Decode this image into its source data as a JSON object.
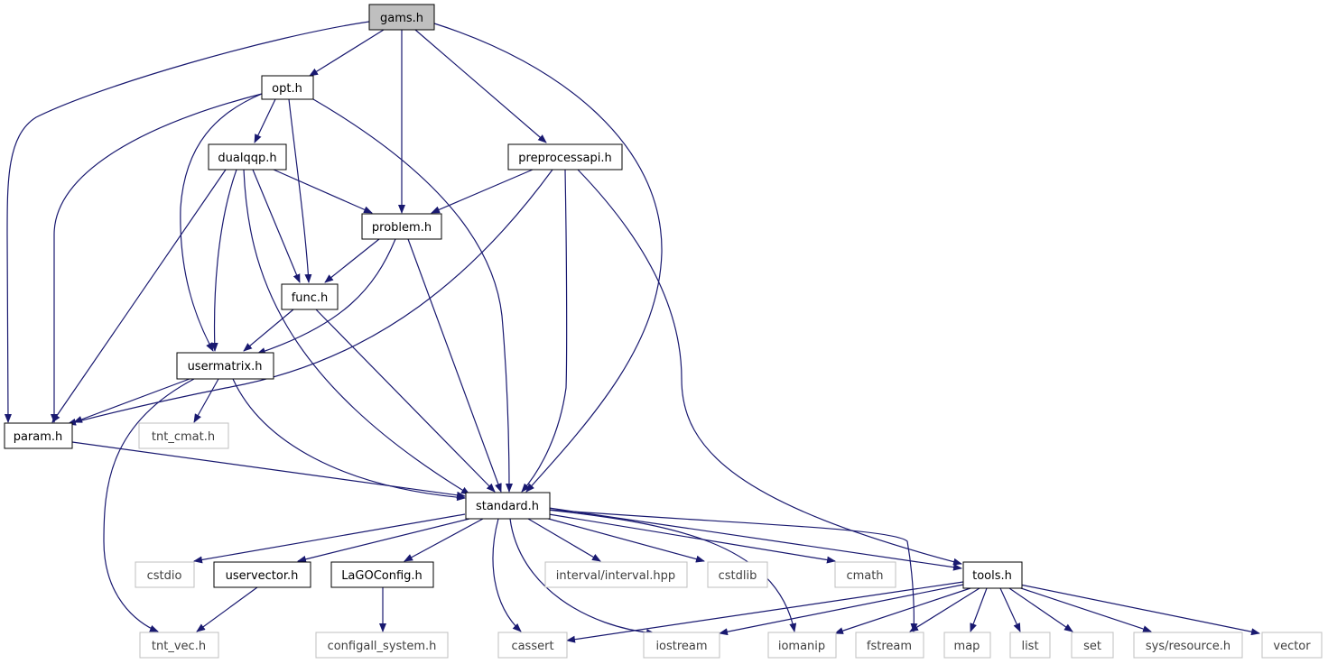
{
  "diagram": {
    "colors": {
      "edge": "#191970",
      "border_documented": "#000000",
      "border_external": "#bfbfbf",
      "fill_root": "#bfbfbf",
      "fill_default": "#ffffff",
      "text_documented": "#000000",
      "text_external": "#3f3f3f"
    },
    "nodes": [
      {
        "id": "gams",
        "label": "gams.h",
        "kind": "root"
      },
      {
        "id": "opt",
        "label": "opt.h",
        "kind": "documented"
      },
      {
        "id": "dualqqp",
        "label": "dualqqp.h",
        "kind": "documented"
      },
      {
        "id": "preprocessapi",
        "label": "preprocessapi.h",
        "kind": "documented"
      },
      {
        "id": "problem",
        "label": "problem.h",
        "kind": "documented"
      },
      {
        "id": "func",
        "label": "func.h",
        "kind": "documented"
      },
      {
        "id": "usermatrix",
        "label": "usermatrix.h",
        "kind": "documented"
      },
      {
        "id": "param",
        "label": "param.h",
        "kind": "documented"
      },
      {
        "id": "tnt_cmat",
        "label": "tnt_cmat.h",
        "kind": "external"
      },
      {
        "id": "standard",
        "label": "standard.h",
        "kind": "documented"
      },
      {
        "id": "cstdio",
        "label": "cstdio",
        "kind": "external"
      },
      {
        "id": "uservector",
        "label": "uservector.h",
        "kind": "documented"
      },
      {
        "id": "lagoconfig",
        "label": "LaGOConfig.h",
        "kind": "documented"
      },
      {
        "id": "interval",
        "label": "interval/interval.hpp",
        "kind": "external"
      },
      {
        "id": "cstdlib",
        "label": "cstdlib",
        "kind": "external"
      },
      {
        "id": "cmath",
        "label": "cmath",
        "kind": "external"
      },
      {
        "id": "tools",
        "label": "tools.h",
        "kind": "documented"
      },
      {
        "id": "tnt_vec",
        "label": "tnt_vec.h",
        "kind": "external"
      },
      {
        "id": "configall",
        "label": "configall_system.h",
        "kind": "external"
      },
      {
        "id": "cassert",
        "label": "cassert",
        "kind": "external"
      },
      {
        "id": "iostream",
        "label": "iostream",
        "kind": "external"
      },
      {
        "id": "iomanip",
        "label": "iomanip",
        "kind": "external"
      },
      {
        "id": "fstream",
        "label": "fstream",
        "kind": "external"
      },
      {
        "id": "map",
        "label": "map",
        "kind": "external"
      },
      {
        "id": "list",
        "label": "list",
        "kind": "external"
      },
      {
        "id": "set",
        "label": "set",
        "kind": "external"
      },
      {
        "id": "sysresource",
        "label": "sys/resource.h",
        "kind": "external"
      },
      {
        "id": "vector",
        "label": "vector",
        "kind": "external"
      }
    ],
    "edges": [
      [
        "gams",
        "opt"
      ],
      [
        "gams",
        "param"
      ],
      [
        "gams",
        "problem"
      ],
      [
        "gams",
        "preprocessapi"
      ],
      [
        "gams",
        "standard"
      ],
      [
        "opt",
        "dualqqp"
      ],
      [
        "opt",
        "func"
      ],
      [
        "opt",
        "usermatrix"
      ],
      [
        "opt",
        "param"
      ],
      [
        "opt",
        "standard"
      ],
      [
        "dualqqp",
        "problem"
      ],
      [
        "dualqqp",
        "func"
      ],
      [
        "dualqqp",
        "usermatrix"
      ],
      [
        "dualqqp",
        "param"
      ],
      [
        "dualqqp",
        "standard"
      ],
      [
        "preprocessapi",
        "problem"
      ],
      [
        "preprocessapi",
        "param"
      ],
      [
        "preprocessapi",
        "standard"
      ],
      [
        "preprocessapi",
        "tools"
      ],
      [
        "problem",
        "func"
      ],
      [
        "problem",
        "usermatrix"
      ],
      [
        "problem",
        "standard"
      ],
      [
        "func",
        "usermatrix"
      ],
      [
        "func",
        "standard"
      ],
      [
        "usermatrix",
        "param"
      ],
      [
        "usermatrix",
        "tnt_cmat"
      ],
      [
        "usermatrix",
        "standard"
      ],
      [
        "usermatrix",
        "tnt_vec"
      ],
      [
        "param",
        "standard"
      ],
      [
        "standard",
        "cstdio"
      ],
      [
        "standard",
        "uservector"
      ],
      [
        "standard",
        "lagoconfig"
      ],
      [
        "standard",
        "interval"
      ],
      [
        "standard",
        "cstdlib"
      ],
      [
        "standard",
        "cmath"
      ],
      [
        "standard",
        "tools"
      ],
      [
        "standard",
        "cassert"
      ],
      [
        "standard",
        "iostream"
      ],
      [
        "standard",
        "iomanip"
      ],
      [
        "standard",
        "fstream"
      ],
      [
        "uservector",
        "tnt_vec"
      ],
      [
        "lagoconfig",
        "configall"
      ],
      [
        "tools",
        "cassert"
      ],
      [
        "tools",
        "iostream"
      ],
      [
        "tools",
        "iomanip"
      ],
      [
        "tools",
        "fstream"
      ],
      [
        "tools",
        "map"
      ],
      [
        "tools",
        "list"
      ],
      [
        "tools",
        "set"
      ],
      [
        "tools",
        "sysresource"
      ],
      [
        "tools",
        "vector"
      ]
    ]
  }
}
